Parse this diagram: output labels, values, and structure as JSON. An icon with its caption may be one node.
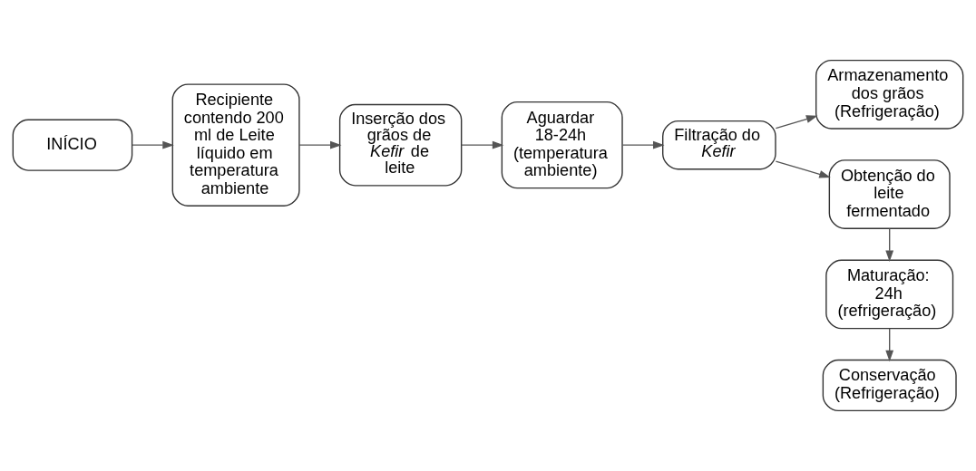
{
  "diagram": {
    "nodes": [
      {
        "text": [
          "INÍCIO"
        ]
      },
      {
        "text": [
          "Recipiente contendo 200 ml de Leite líquido em temperatura ambiente"
        ]
      },
      {
        "text": [
          "Inserção dos grãos de *Kefir* de leite"
        ]
      },
      {
        "text": [
          "Aguardar 18-24h (temperatura ambiente)"
        ]
      },
      {
        "text": [
          "Filtração do *Kefir*"
        ]
      },
      {
        "text": [
          "Armazenamento dos grãos (Refrigeração)"
        ]
      },
      {
        "text": [
          "Obtenção do leite fermentado"
        ]
      },
      {
        "text": [
          "Maturação: 24h (refrigeração)"
        ]
      },
      {
        "text": [
          "Conservação (Refrigeração)"
        ]
      }
    ],
    "edges": [
      {
        "from": 0,
        "to": 1,
        "arrow": "to"
      },
      {
        "from": 1,
        "to": 2,
        "arrow": "to"
      },
      {
        "from": 2,
        "to": 3,
        "arrow": "to"
      },
      {
        "from": 3,
        "to": 4,
        "arrow": "to"
      },
      {
        "from": 4,
        "to": 6,
        "arrow": "to"
      },
      {
        "from": 4,
        "to": 5,
        "arrow": "to"
      },
      {
        "from": 6,
        "to": 7,
        "arrow": "to"
      },
      {
        "from": 7,
        "to": 8,
        "arrow": "to"
      }
    ]
  }
}
